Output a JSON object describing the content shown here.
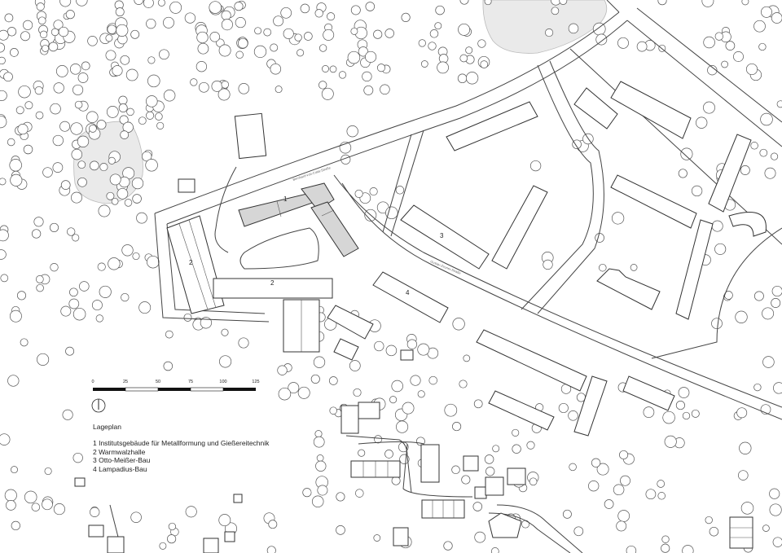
{
  "legend": {
    "title": "Lageplan",
    "items": [
      "1 Institutsgebäude für Metallformung und Gießereitechnik",
      "2 Warmwalzhalle",
      "3 Otto-Meißer-Bau",
      "4 Lampadius-Bau"
    ]
  },
  "scale_bar": {
    "ticks": [
      "0",
      "25",
      "50",
      "75",
      "100",
      "125"
    ]
  },
  "map_labels": {
    "b1": "1",
    "b2_west": "2",
    "b2_south": "2",
    "b3": "3",
    "b4": "4",
    "street_north": "Bernhard-von-Cotta-Straße",
    "street_south": "Gustav-Zeuner-Straße"
  },
  "colors": {
    "highlight_building": "#d6d6d6",
    "lines": "#333333",
    "pond": "#eaeaea"
  },
  "icons": [
    "north-arrow-icon"
  ]
}
